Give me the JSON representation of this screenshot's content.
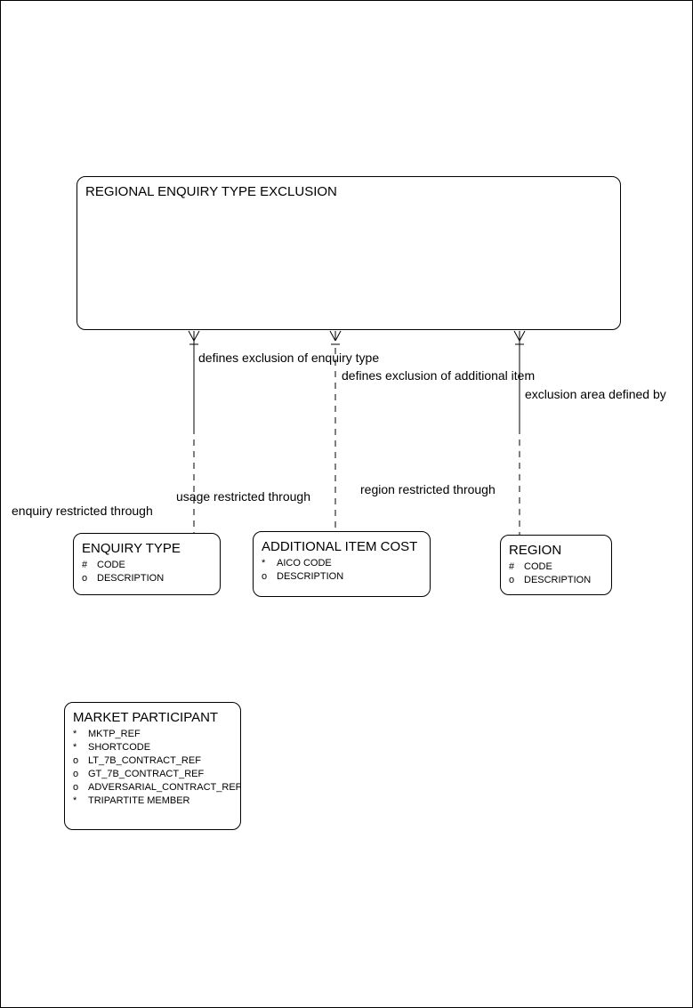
{
  "canvas": {
    "background_color": "#ffffff",
    "line_color": "#000000"
  },
  "entities": [
    {
      "title": "REGIONAL ENQUIRY TYPE EXCLUSION",
      "attributes": []
    },
    {
      "title": "ENQUIRY TYPE",
      "attributes": [
        {
          "marker": "#",
          "name": "CODE"
        },
        {
          "marker": "o",
          "name": "DESCRIPTION"
        }
      ]
    },
    {
      "title": "ADDITIONAL ITEM COST",
      "attributes": [
        {
          "marker": "*",
          "name": "AICO CODE"
        },
        {
          "marker": "o",
          "name": "DESCRIPTION"
        }
      ]
    },
    {
      "title": "REGION",
      "attributes": [
        {
          "marker": "#",
          "name": "CODE"
        },
        {
          "marker": "o",
          "name": "DESCRIPTION"
        }
      ]
    },
    {
      "title": "MARKET PARTICIPANT",
      "attributes": [
        {
          "marker": "*",
          "name": "MKTP_REF"
        },
        {
          "marker": "*",
          "name": "SHORTCODE"
        },
        {
          "marker": "o",
          "name": "LT_7B_CONTRACT_REF"
        },
        {
          "marker": "o",
          "name": "GT_7B_CONTRACT_REF"
        },
        {
          "marker": "o",
          "name": "ADVERSARIAL_CONTRACT_REF"
        },
        {
          "marker": "*",
          "name": "TRIPARTITE MEMBER"
        }
      ]
    }
  ],
  "relationships": {
    "labels": [
      {
        "text": "defines exclusion of enquiry type"
      },
      {
        "text": "defines exclusion of additional item"
      },
      {
        "text": "exclusion area defined by"
      },
      {
        "text": "usage restricted through"
      },
      {
        "text": "region restricted through"
      },
      {
        "text": "enquiry restricted through"
      }
    ]
  }
}
